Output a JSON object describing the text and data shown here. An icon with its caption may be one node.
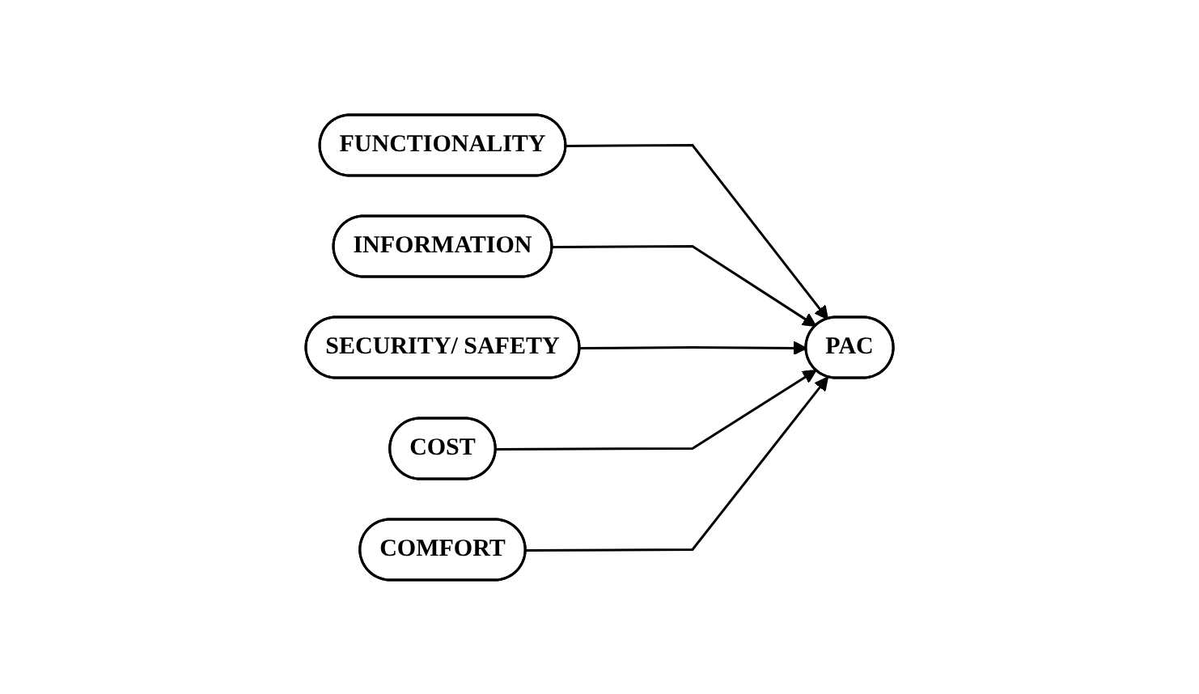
{
  "diagram": {
    "nodes": [
      {
        "text": [
          "FUNCTIONALITY"
        ]
      },
      {
        "text": [
          "INFORMATION"
        ]
      },
      {
        "text": [
          "SECURITY/ SAFETY"
        ]
      },
      {
        "text": [
          "COST"
        ]
      },
      {
        "text": [
          "COMFORT"
        ]
      },
      {
        "text": [
          "PAC"
        ]
      }
    ],
    "edges": [
      {
        "from": 0,
        "to": 5,
        "arrow": "to"
      },
      {
        "from": 1,
        "to": 5,
        "arrow": "to"
      },
      {
        "from": 2,
        "to": 5,
        "arrow": "to"
      },
      {
        "from": 3,
        "to": 5,
        "arrow": "to"
      },
      {
        "from": 4,
        "to": 5,
        "arrow": "to"
      }
    ]
  }
}
